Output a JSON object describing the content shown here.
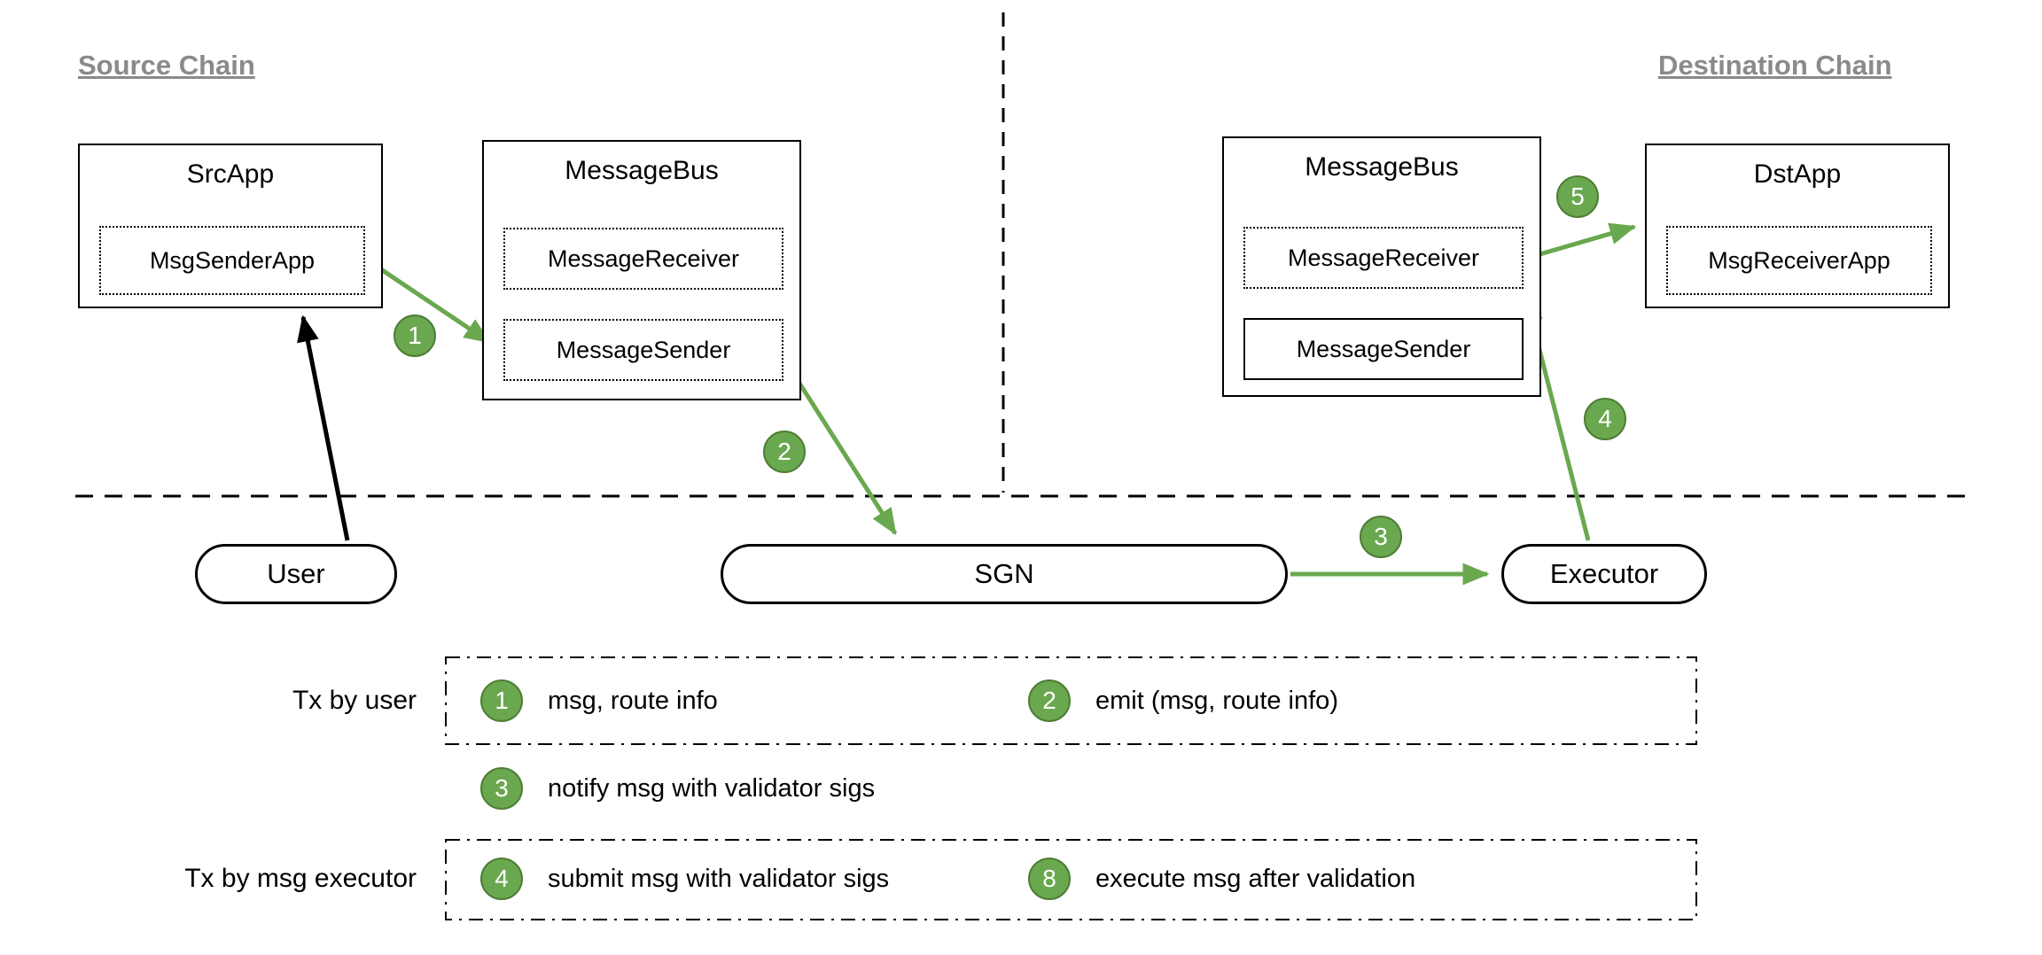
{
  "headers": {
    "source_chain": "Source Chain",
    "destination_chain": "Destination Chain"
  },
  "source": {
    "src_app": {
      "title": "SrcApp",
      "sender": "MsgSenderApp"
    },
    "message_bus": {
      "title": "MessageBus",
      "receiver": "MessageReceiver",
      "sender": "MessageSender"
    }
  },
  "destination": {
    "message_bus": {
      "title": "MessageBus",
      "receiver": "MessageReceiver",
      "sender": "MessageSender"
    },
    "dst_app": {
      "title": "DstApp",
      "receiver": "MsgReceiverApp"
    }
  },
  "nodes": {
    "user": "User",
    "sgn": "SGN",
    "executor": "Executor"
  },
  "flow_badges": {
    "step1": "1",
    "step2": "2",
    "step3": "3",
    "step4": "4",
    "step5": "5"
  },
  "legend": {
    "tx_by_user_label": "Tx by user",
    "tx_by_executor_label": "Tx by msg executor",
    "items": [
      {
        "num": "1",
        "text": "msg, route info"
      },
      {
        "num": "2",
        "text": "emit (msg, route info)"
      },
      {
        "num": "3",
        "text": "notify msg with validator sigs"
      },
      {
        "num": "4",
        "text": "submit msg with validator sigs"
      },
      {
        "num": "8",
        "text": "execute msg after validation"
      }
    ]
  },
  "colors": {
    "accent_green": "#6aa84f",
    "badge_border": "#4e7d35",
    "header_gray": "#8a8a8a"
  }
}
